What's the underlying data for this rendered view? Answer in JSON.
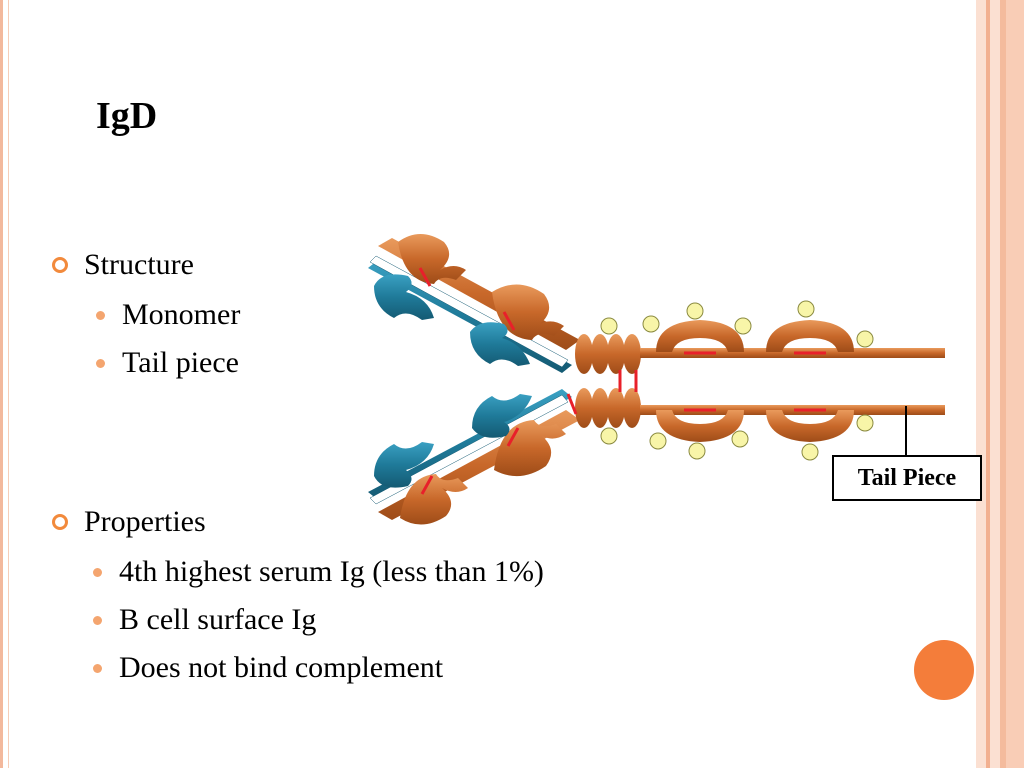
{
  "slide": {
    "title": "IgD",
    "sections": [
      {
        "heading": "Structure",
        "items": [
          "Monomer",
          "Tail piece"
        ]
      },
      {
        "heading": "Properties",
        "items": [
          "4th highest serum Ig (less than 1%)",
          "B cell surface Ig",
          "Does not bind complement"
        ]
      }
    ]
  },
  "diagram": {
    "label": "Tail Piece"
  },
  "colors": {
    "accent": "#f28a3c",
    "heavy_chain": "#c8682a",
    "light_chain": "#1f7a99",
    "disulfide": "#e8202a",
    "carbohydrate": "#f8f5a8"
  }
}
